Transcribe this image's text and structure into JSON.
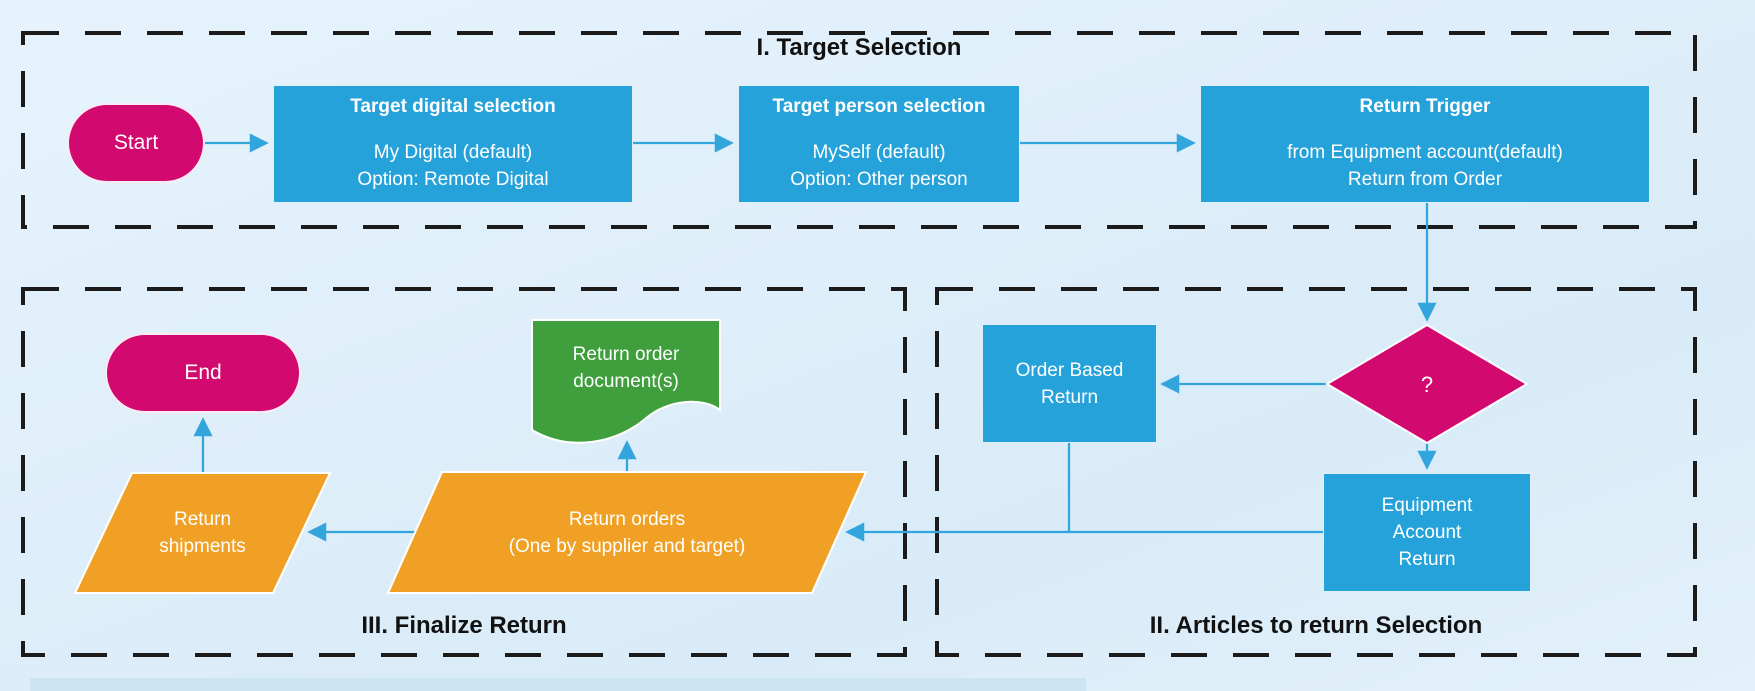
{
  "sections": {
    "target_selection": {
      "title": "I. Target Selection"
    },
    "articles_selection": {
      "title": "II. Articles to return Selection"
    },
    "finalize_return": {
      "title": "III. Finalize Return"
    }
  },
  "nodes": {
    "start": {
      "label": "Start"
    },
    "end": {
      "label": "End"
    },
    "target_digital": {
      "title": "Target digital selection",
      "line1": "My Digital (default)",
      "line2": "Option: Remote Digital"
    },
    "target_person": {
      "title": "Target person selection",
      "line1": "MySelf (default)",
      "line2": "Option: Other person"
    },
    "return_trigger": {
      "title": "Return Trigger",
      "line1": "from Equipment account(default)",
      "line2": "Return from Order"
    },
    "decision": {
      "label": "?"
    },
    "order_based_return": {
      "line1": "Order Based",
      "line2": "Return"
    },
    "equipment_account_return": {
      "line1": "Equipment",
      "line2": "Account",
      "line3": "Return"
    },
    "return_orders": {
      "line1": "Return orders",
      "line2": "(One by supplier and target)"
    },
    "return_shipments": {
      "line1": "Return",
      "line2": "shipments"
    },
    "return_document": {
      "line1": "Return order",
      "line2": "document(s)"
    }
  },
  "colors": {
    "process_blue": "#26a2db",
    "decision_pink": "#d2096e",
    "data_orange": "#f0a125",
    "document_green": "#3e9f3c",
    "connector_blue": "#33a5dd",
    "border_black": "#1b1b1b",
    "bg_top": "#e6f3fc",
    "bg_bottom": "#d9ebf8",
    "strip_blue": "#cde4f3"
  }
}
